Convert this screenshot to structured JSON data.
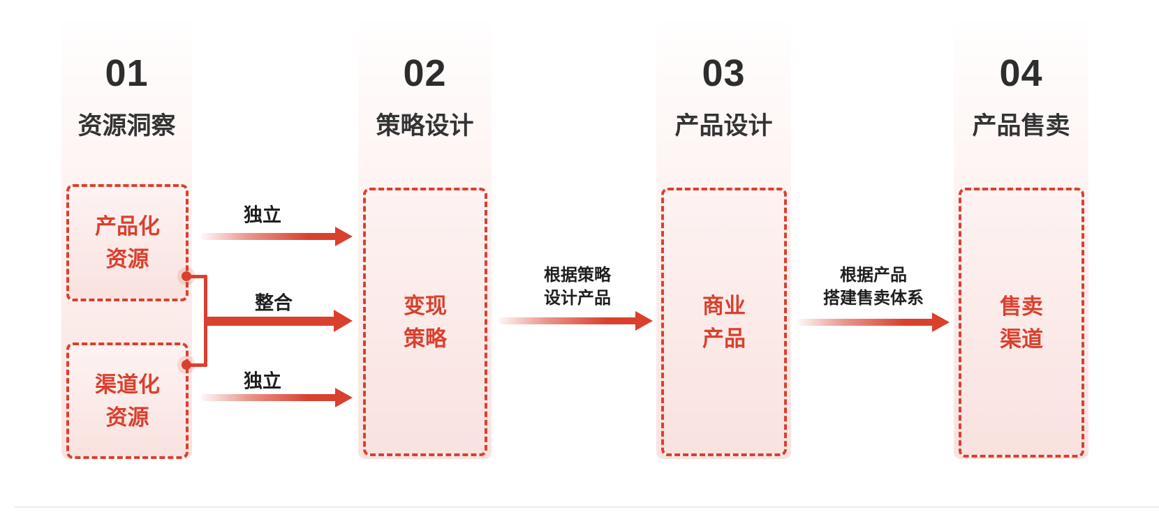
{
  "diagram": {
    "steps": [
      {
        "number": "01",
        "title": "资源洞察"
      },
      {
        "number": "02",
        "title": "策略设计"
      },
      {
        "number": "03",
        "title": "产品设计"
      },
      {
        "number": "04",
        "title": "产品售卖"
      }
    ],
    "boxes": {
      "productized_resources": {
        "line1": "产品化",
        "line2": "资源"
      },
      "channelized_resources": {
        "line1": "渠道化",
        "line2": "资源"
      },
      "monetization_strategy": {
        "line1": "变现",
        "line2": "策略"
      },
      "commercial_product": {
        "line1": "商业",
        "line2": "产品"
      },
      "sales_channel": {
        "line1": "售卖",
        "line2": "渠道"
      }
    },
    "arrow_labels": {
      "independent_top": "独立",
      "integrate": "整合",
      "independent_bottom": "独立",
      "strategy_to_product": {
        "line1": "根据策略",
        "line2": "设计产品"
      },
      "product_to_sales": {
        "line1": "根据产品",
        "line2": "搭建售卖体系"
      }
    },
    "colors": {
      "accent_red": "#d9402e",
      "column_gradient_top": "#fffefe",
      "column_gradient_bottom": "#f9e3e0",
      "box_fill_top": "#fdf3f2",
      "box_fill_bottom": "#f9e2df",
      "heading_text": "#2d2d2d",
      "label_text": "#1e1e1e",
      "divider": "#ececec"
    }
  }
}
